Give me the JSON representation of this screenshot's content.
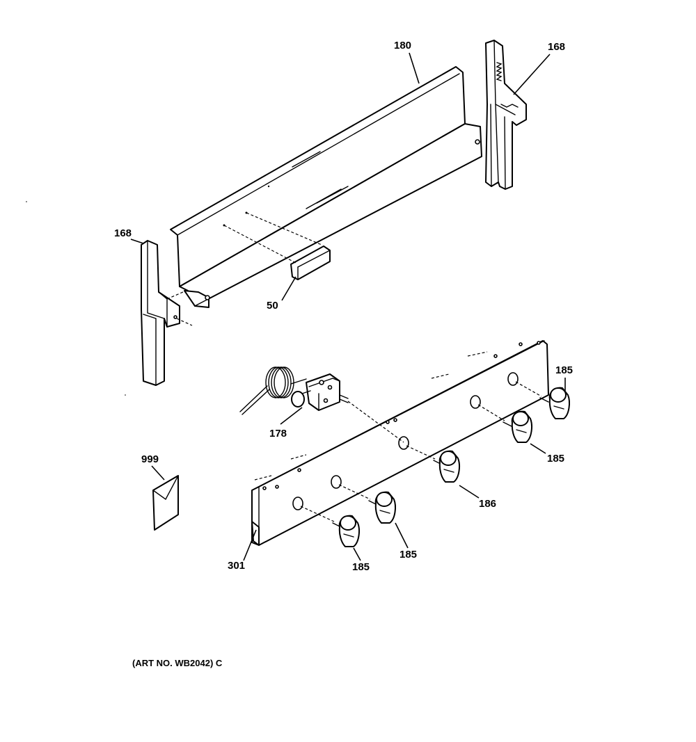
{
  "callouts": {
    "backsplash": "180",
    "end_cap_right": "168",
    "end_cap_left": "168",
    "trim": "50",
    "knob_1": "185",
    "knob_2": "185",
    "knob_3": "185",
    "knob_4": "185",
    "knob_center": "186",
    "thermostat": "178",
    "literature": "999",
    "manifold_panel": "301"
  },
  "art_number": "(ART NO. WB2042) C"
}
